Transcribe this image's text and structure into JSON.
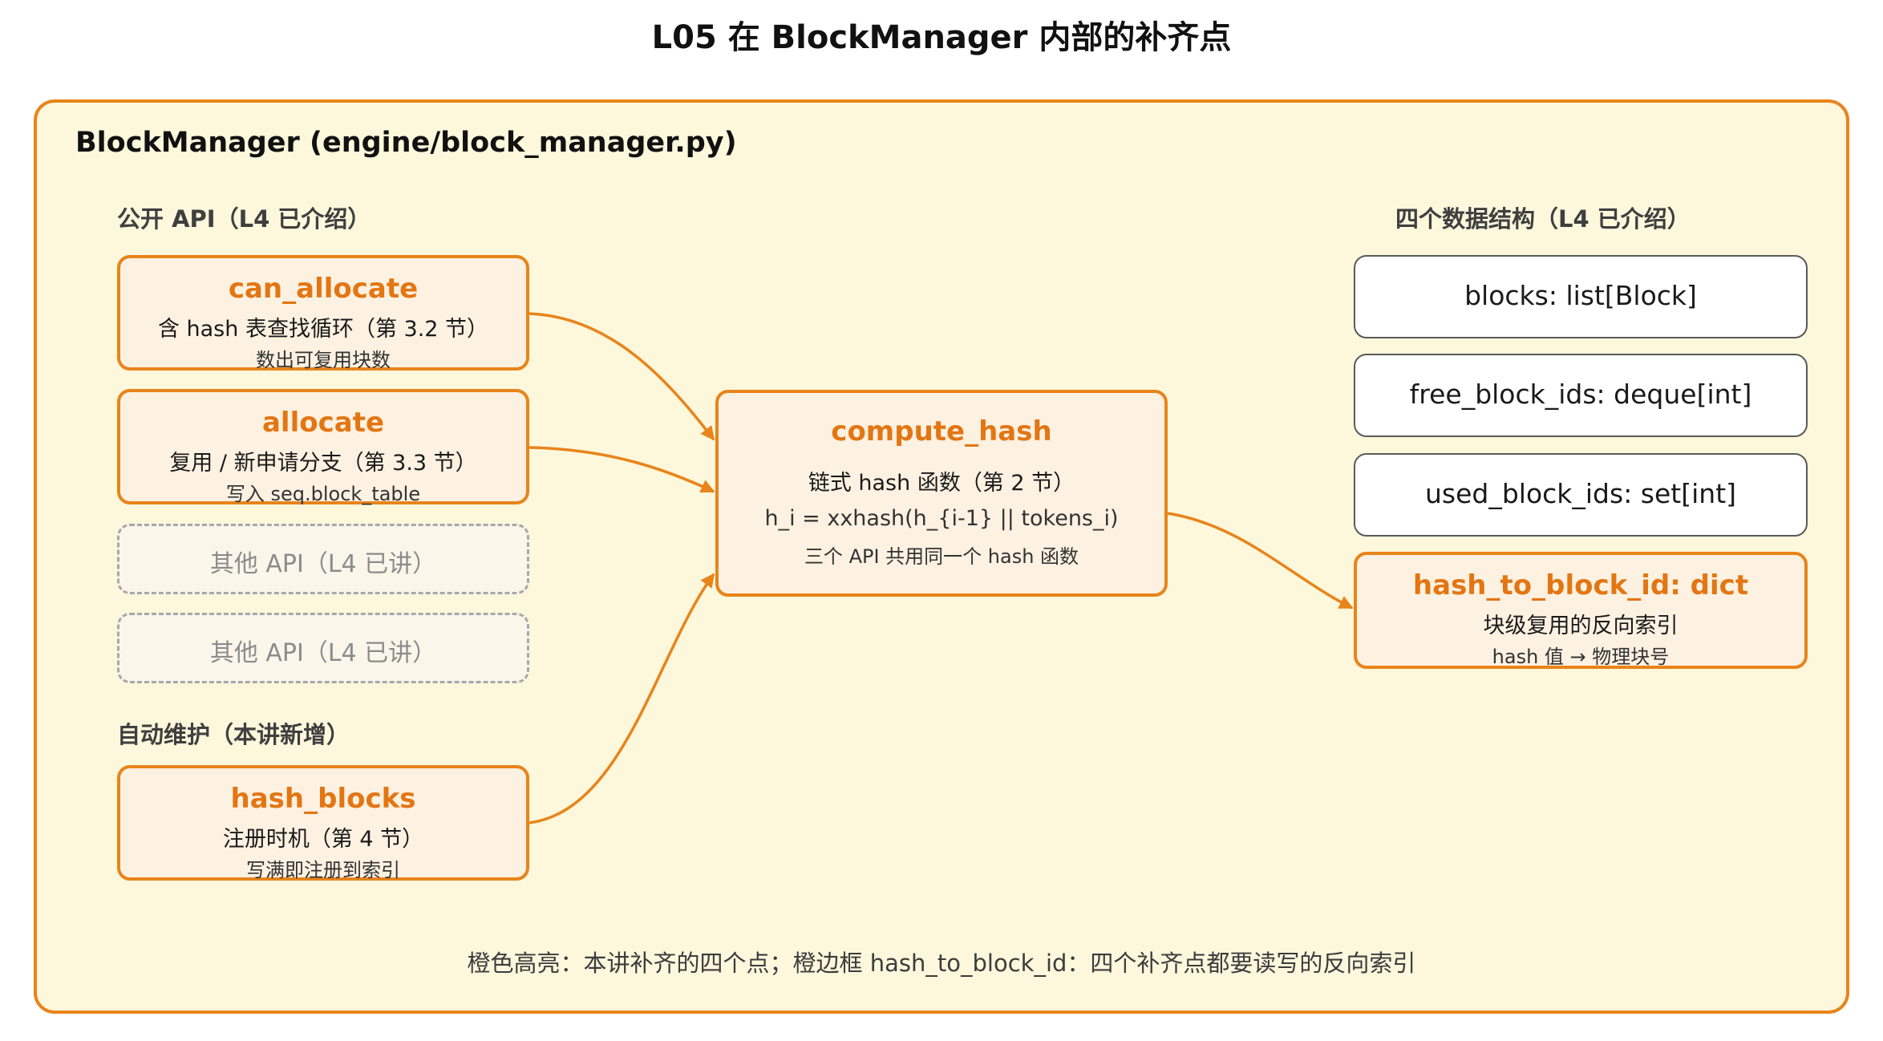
{
  "title": "L05 在 BlockManager 内部的补齐点",
  "panel": {
    "title": "BlockManager (engine/block_manager.py)"
  },
  "sections": {
    "public_api": "公开 API（L4 已介绍）",
    "auto": "自动维护（本讲新增）",
    "structures": "四个数据结构（L4 已介绍）"
  },
  "api": {
    "can_allocate": {
      "name": "can_allocate",
      "line1": "含 hash 表查找循环（第 3.2 节）",
      "line2": "数出可复用块数"
    },
    "allocate": {
      "name": "allocate",
      "line1": "复用 / 新申请分支（第 3.3 节）",
      "line2": "写入 seq.block_table"
    },
    "other1": "其他 API（L4 已讲）",
    "other2": "其他 API（L4 已讲）",
    "hash_blocks": {
      "name": "hash_blocks",
      "line1": "注册时机（第 4 节）",
      "line2": "写满即注册到索引"
    }
  },
  "compute_hash": {
    "name": "compute_hash",
    "line1": "链式 hash 函数（第 2 节）",
    "line2": "h_i = xxhash(h_{i-1} || tokens_i)",
    "line3": "三个 API 共用同一个 hash 函数"
  },
  "structures": {
    "blocks": "blocks: list[Block]",
    "free": "free_block_ids: deque[int]",
    "used": "used_block_ids: set[int]",
    "hash_to_block": {
      "name": "hash_to_block_id: dict",
      "line1": "块级复用的反向索引",
      "line2": "hash 值 → 物理块号"
    }
  },
  "footer": "橙色高亮：本讲补齐的四个点；橙边框 hash_to_block_id：四个补齐点都要读写的反向索引",
  "colors": {
    "accent": "#e8841a",
    "panel_bg": "#fdf7dc",
    "box_bg": "#fdf1e1"
  }
}
